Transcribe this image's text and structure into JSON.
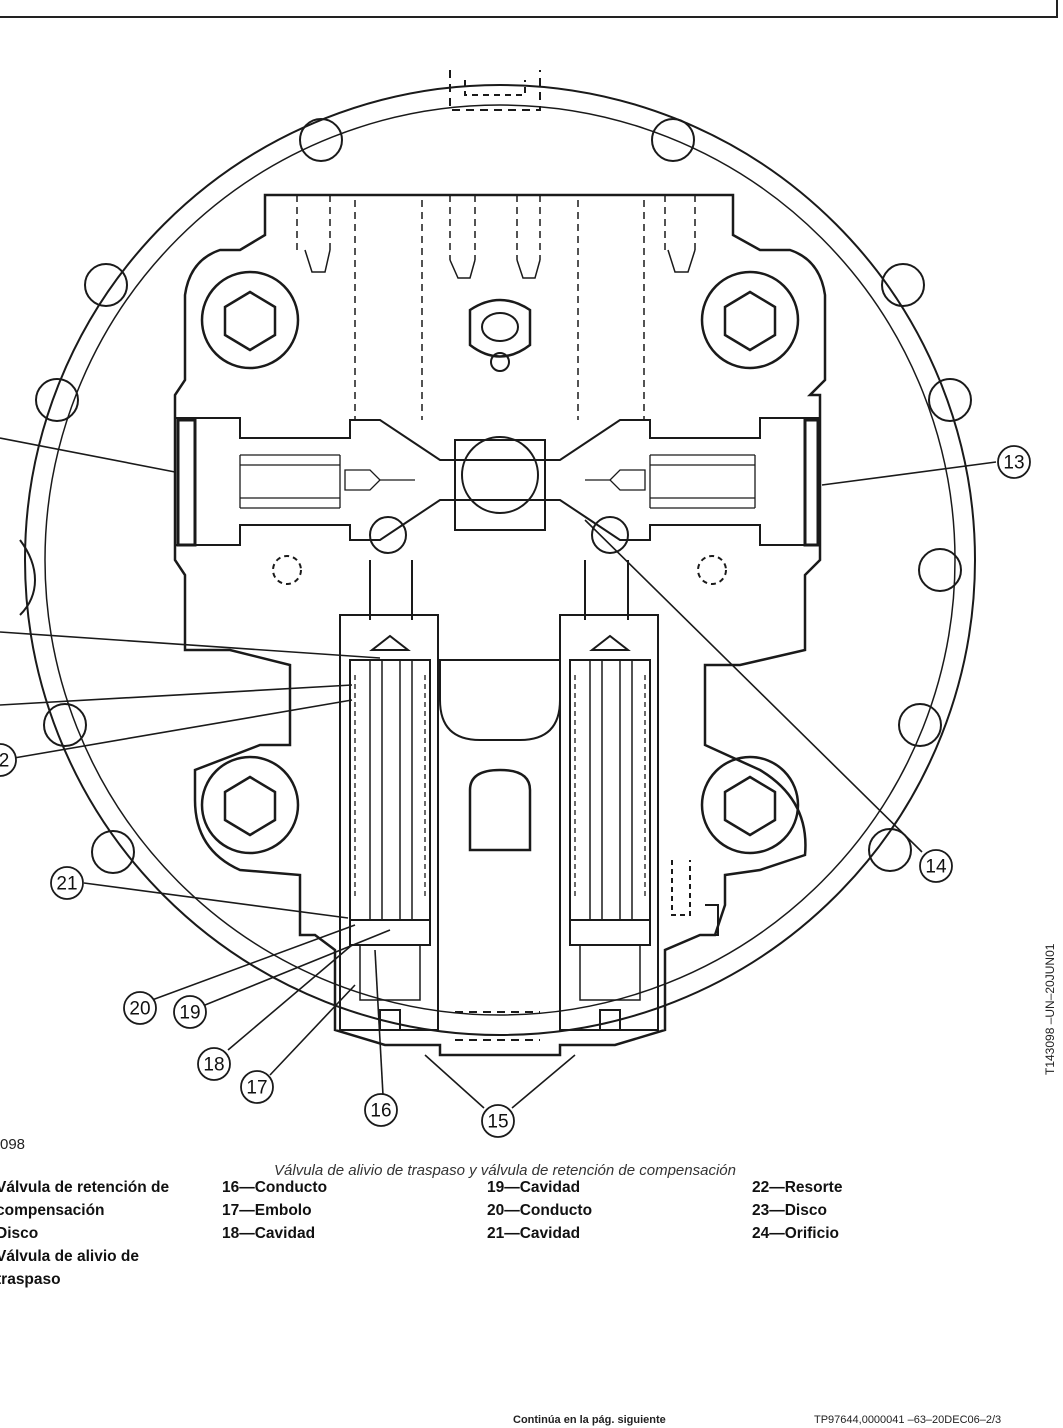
{
  "callouts": [
    "13",
    "14",
    "15",
    "16",
    "17",
    "18",
    "19",
    "20",
    "21",
    "2"
  ],
  "figure_id_left": "098",
  "figure_id_right": "T143098    –UN–20JUN01",
  "caption": "Válvula de alivio de traspaso y válvula de retención de compensación",
  "legend": {
    "col1": [
      "Válvula de retención de compensación",
      "Disco",
      "Válvula de alivio de traspaso"
    ],
    "col2": [
      "16—Conducto",
      "17—Embolo",
      "18—Cavidad"
    ],
    "col3": [
      "19—Cavidad",
      "20—Conducto",
      "21—Cavidad"
    ],
    "col4": [
      "22—Resorte",
      "23—Disco",
      "24—Orificio"
    ]
  },
  "footer": {
    "continue": "Continúa en la pág. siguiente",
    "code": "TP97644,0000041    –63–20DEC06–2/3"
  }
}
